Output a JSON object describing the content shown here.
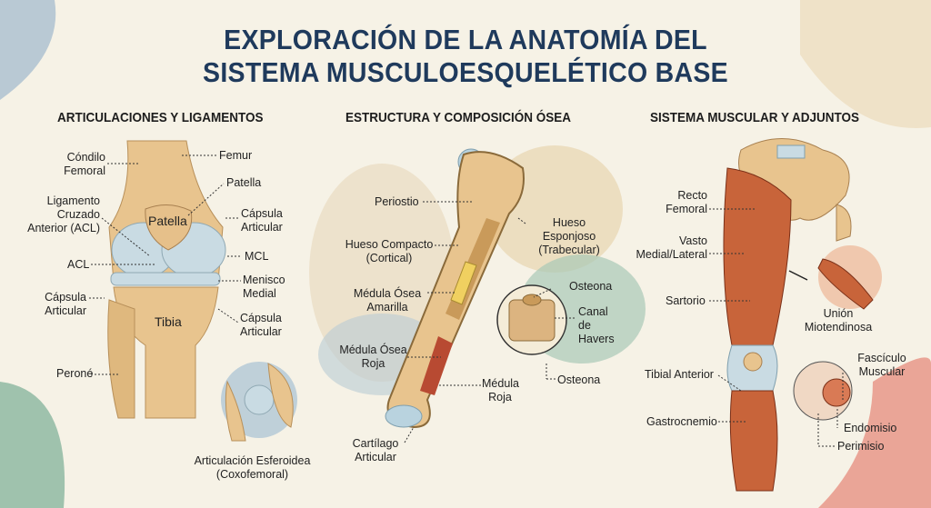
{
  "title": {
    "line1": "EXPLORACIÓN DE LA ANATOMÍA DEL",
    "line2": "SISTEMA MUSCULOESQUELÉTICO BASE"
  },
  "panels": {
    "joints": {
      "heading": "ARTICULACIONES Y LIGAMENTOS",
      "labels": {
        "condilo": "Cóndilo Femoral",
        "femur": "Femur",
        "patella_out": "Patella",
        "patella_in": "Patella",
        "lca": "Ligamento Cruzado Anterior (ACL)",
        "capsula1": "Cápsula Articular",
        "mcl": "MCL",
        "acl": "ACL",
        "menisco": "Menisco Medial",
        "capsula2": "Cápsula Articular",
        "tibia": "Tibia",
        "capsula3": "Cápsula Articular",
        "perone": "Peroné",
        "esferoidea": "Articulación Esferoidea",
        "coxofemoral": "(Coxofemoral)"
      }
    },
    "bone": {
      "heading": "ESTRUCTURA Y COMPOSICIÓN ÓSEA",
      "labels": {
        "periostio": "Periostio",
        "esponjoso": "Hueso Esponjoso (Trabecular)",
        "compacto": "Hueso Compacto (Cortical)",
        "osteona1": "Osteona",
        "amarilla": "Médula Ósea Amarilla",
        "havers": "Canal de Havers",
        "roja_osea": "Médula Ósea Roja",
        "osteona2": "Osteona",
        "medula_roja": "Médula Roja",
        "cartilago": "Cartílago Articular"
      }
    },
    "muscle": {
      "heading": "SISTEMA MUSCULAR Y ADJUNTOS",
      "labels": {
        "recto": "Recto Femoral",
        "vasto": "Vasto Medial/Lateral",
        "sartorio": "Sartorio",
        "union": "Unión Miotendinosa",
        "fasciculo": "Fascículo Muscular",
        "tibial": "Tibial Anterior",
        "gastro": "Gastrocnemio",
        "endomisio": "Endomisio",
        "perimisio": "Perimisio"
      }
    }
  },
  "colors": {
    "title": "#1f3a5c",
    "bone": "#e8c48e",
    "cartilage": "#c9dbe3",
    "muscle": "#c8643a",
    "marrow_red": "#b84a32",
    "marrow_yellow": "#f0d060"
  }
}
